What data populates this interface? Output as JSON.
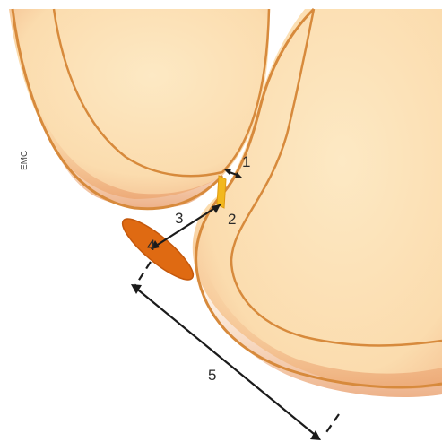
{
  "colors": {
    "tooth_fill": "#fce2b4",
    "tooth_shadow": "#eaa572",
    "tooth_outline": "#d78a3c",
    "contact_point": "#f2b81e",
    "gingival_papilla": "#df6a12",
    "measure_line": "#1b1b1b",
    "background": "#ffffff"
  },
  "labels": {
    "tag": "EMC",
    "m1": "1",
    "m2": "2",
    "m3": "3",
    "m4": "4",
    "m5": "5"
  }
}
